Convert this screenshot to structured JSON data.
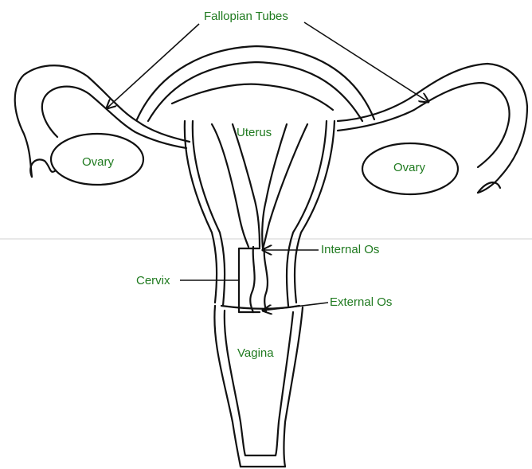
{
  "labels": {
    "fallopian_tubes": "Fallopian Tubes",
    "uterus": "Uterus",
    "ovary_left": "Ovary",
    "ovary_right": "Ovary",
    "internal_os": "Internal Os",
    "cervix": "Cervix",
    "external_os": "External Os",
    "vagina": "Vagina"
  },
  "colors": {
    "label_text": "#1f7a1f",
    "outline": "#111111",
    "fold_line": "#d0d0d0",
    "background": "#ffffff"
  }
}
